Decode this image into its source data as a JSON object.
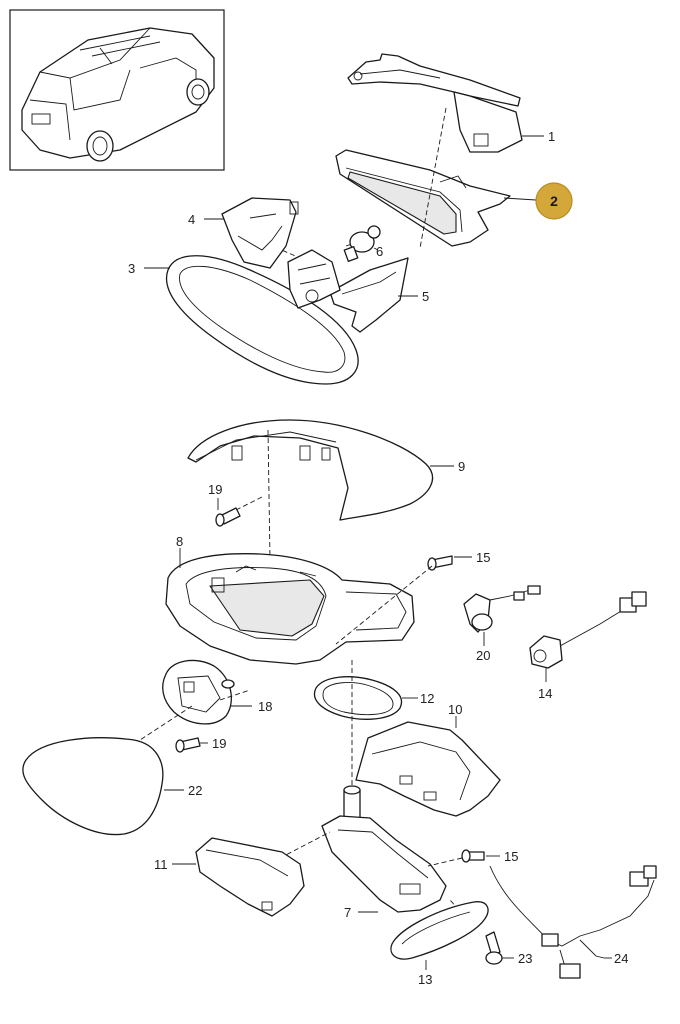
{
  "colors": {
    "highlight": "#d4a73a",
    "line": "#1a1a1a",
    "background": "#ffffff"
  },
  "thumbnail": {
    "icon": "vehicle-suv-icon"
  },
  "highlighted_part": "2",
  "callouts": [
    {
      "id": "1",
      "text": "1"
    },
    {
      "id": "2",
      "text": "2"
    },
    {
      "id": "3",
      "text": "3"
    },
    {
      "id": "4",
      "text": "4"
    },
    {
      "id": "5",
      "text": "5"
    },
    {
      "id": "6",
      "text": "6"
    },
    {
      "id": "7",
      "text": "7"
    },
    {
      "id": "8",
      "text": "8"
    },
    {
      "id": "9",
      "text": "9"
    },
    {
      "id": "10",
      "text": "10"
    },
    {
      "id": "11",
      "text": "11"
    },
    {
      "id": "12",
      "text": "12"
    },
    {
      "id": "13",
      "text": "13"
    },
    {
      "id": "14",
      "text": "14"
    },
    {
      "id": "15a",
      "text": "15"
    },
    {
      "id": "15b",
      "text": "15"
    },
    {
      "id": "18",
      "text": "18"
    },
    {
      "id": "19a",
      "text": "19"
    },
    {
      "id": "19b",
      "text": "19"
    },
    {
      "id": "20",
      "text": "20"
    },
    {
      "id": "22",
      "text": "22"
    },
    {
      "id": "23",
      "text": "23"
    },
    {
      "id": "24",
      "text": "24"
    }
  ]
}
